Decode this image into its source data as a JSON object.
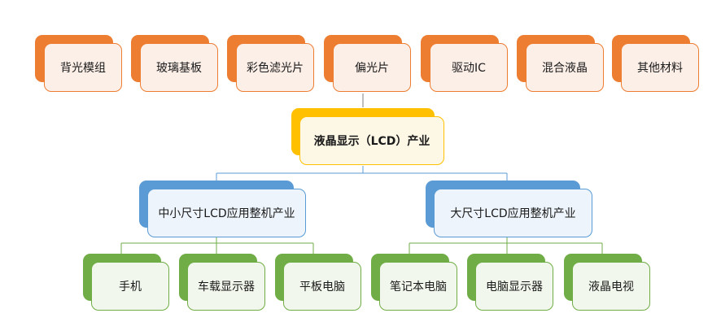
{
  "top_components": [
    {
      "label": "背光模组"
    },
    {
      "label": "玻璃基板"
    },
    {
      "label": "彩色滤光片"
    },
    {
      "label": "偏光片"
    },
    {
      "label": "驱动IC"
    },
    {
      "label": "混合液晶"
    },
    {
      "label": "其他材料"
    }
  ],
  "core": {
    "label": "液晶显示（LCD）产业"
  },
  "applications": [
    {
      "label": "中小尺寸LCD应用整机产业",
      "products": [
        {
          "label": "手机"
        },
        {
          "label": "车载显示器"
        },
        {
          "label": "平板电脑"
        }
      ]
    },
    {
      "label": "大尺寸LCD应用整机产业",
      "products": [
        {
          "label": "笔记本电脑"
        },
        {
          "label": "电脑显示器"
        },
        {
          "label": "液晶电视"
        }
      ]
    }
  ],
  "colors": {
    "orange": "#ed7d31",
    "yellow": "#ffc000",
    "blue": "#5b9bd5",
    "green": "#70ad47",
    "connector": "#7f7f7f"
  }
}
